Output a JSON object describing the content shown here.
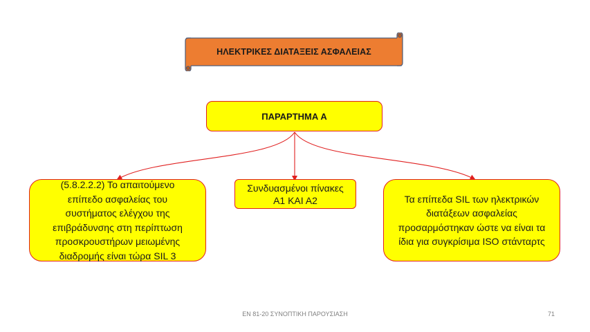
{
  "banner": {
    "title": "ΗΛΕΚΤΡΙΚΕΣ ΔΙΑΤΑΞΕΙΣ ΑΣΦΑΛΕΙΑΣ",
    "fill_color": "#ed7d31",
    "edge_color": "#4a5a78"
  },
  "diagram": {
    "root": {
      "label": "ΠΑΡΑΡΤΗΜΑ Α"
    },
    "children": [
      {
        "label": "(5.8.2.2.2) Το απαιτούμενο\nεπίπεδο ασφαλείας του\nσυστήματος ελέγχου της\nεπιβράδυνσης στη περίπτωση\nπροσκρουστήρων μειωμένης\nδιαδρομής είναι τώρα SIL 3"
      },
      {
        "label": "Συνδυασμένοι πίνακες\nΑ1 ΚΑΙ Α2"
      },
      {
        "label": "Τα επίπεδα SIL των ηλεκτρικών\nδιατάξεων ασφαλείας\nπροσαρμόστηκαν ώστε να είναι τα\nίδια για συγκρίσιμα ISO στάνταρτς"
      }
    ],
    "box_fill": "#ffff00",
    "border_color": "#e02020",
    "connector_color": "#e02020"
  },
  "footer": {
    "text": "ΕΝ 81-20 ΣΥΝΟΠΤΙΚΗ ΠΑΡΟΥΣΙΑΣΗ",
    "page_number": "71"
  }
}
